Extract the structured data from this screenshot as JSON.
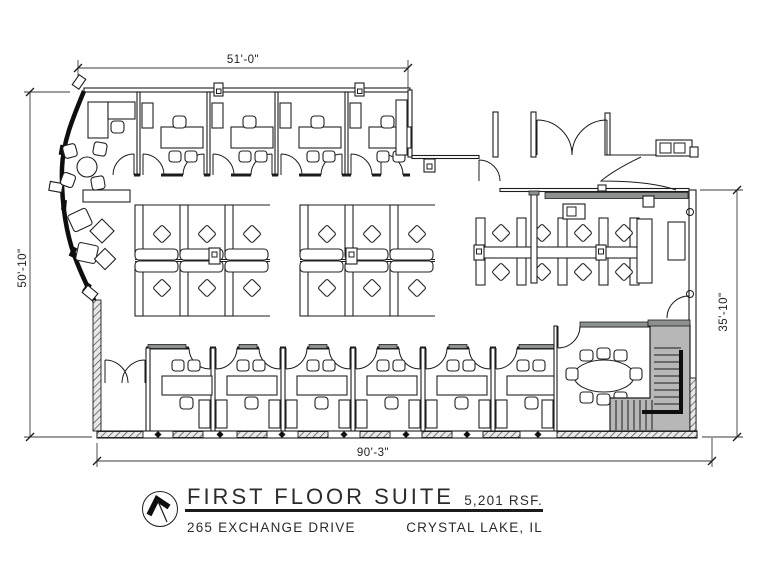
{
  "drawing": {
    "type": "architectural floor plan",
    "dimensions": {
      "top": "51'-0\"",
      "left": "50'-10\"",
      "right": "35'-10\"",
      "bottom": "90'-3\""
    },
    "title_block": {
      "title": "FIRST FLOOR SUITE",
      "area": "5,201 RSF.",
      "address": "265 EXCHANGE DRIVE",
      "city": "CRYSTAL LAKE, IL"
    },
    "icons": {
      "north_arrow": "north-arrow-icon"
    },
    "colors": {
      "line": "#1c1c1c",
      "stair_fill": "#b7b7b7",
      "header_bar": "#8d9090",
      "background": "#ffffff"
    }
  }
}
